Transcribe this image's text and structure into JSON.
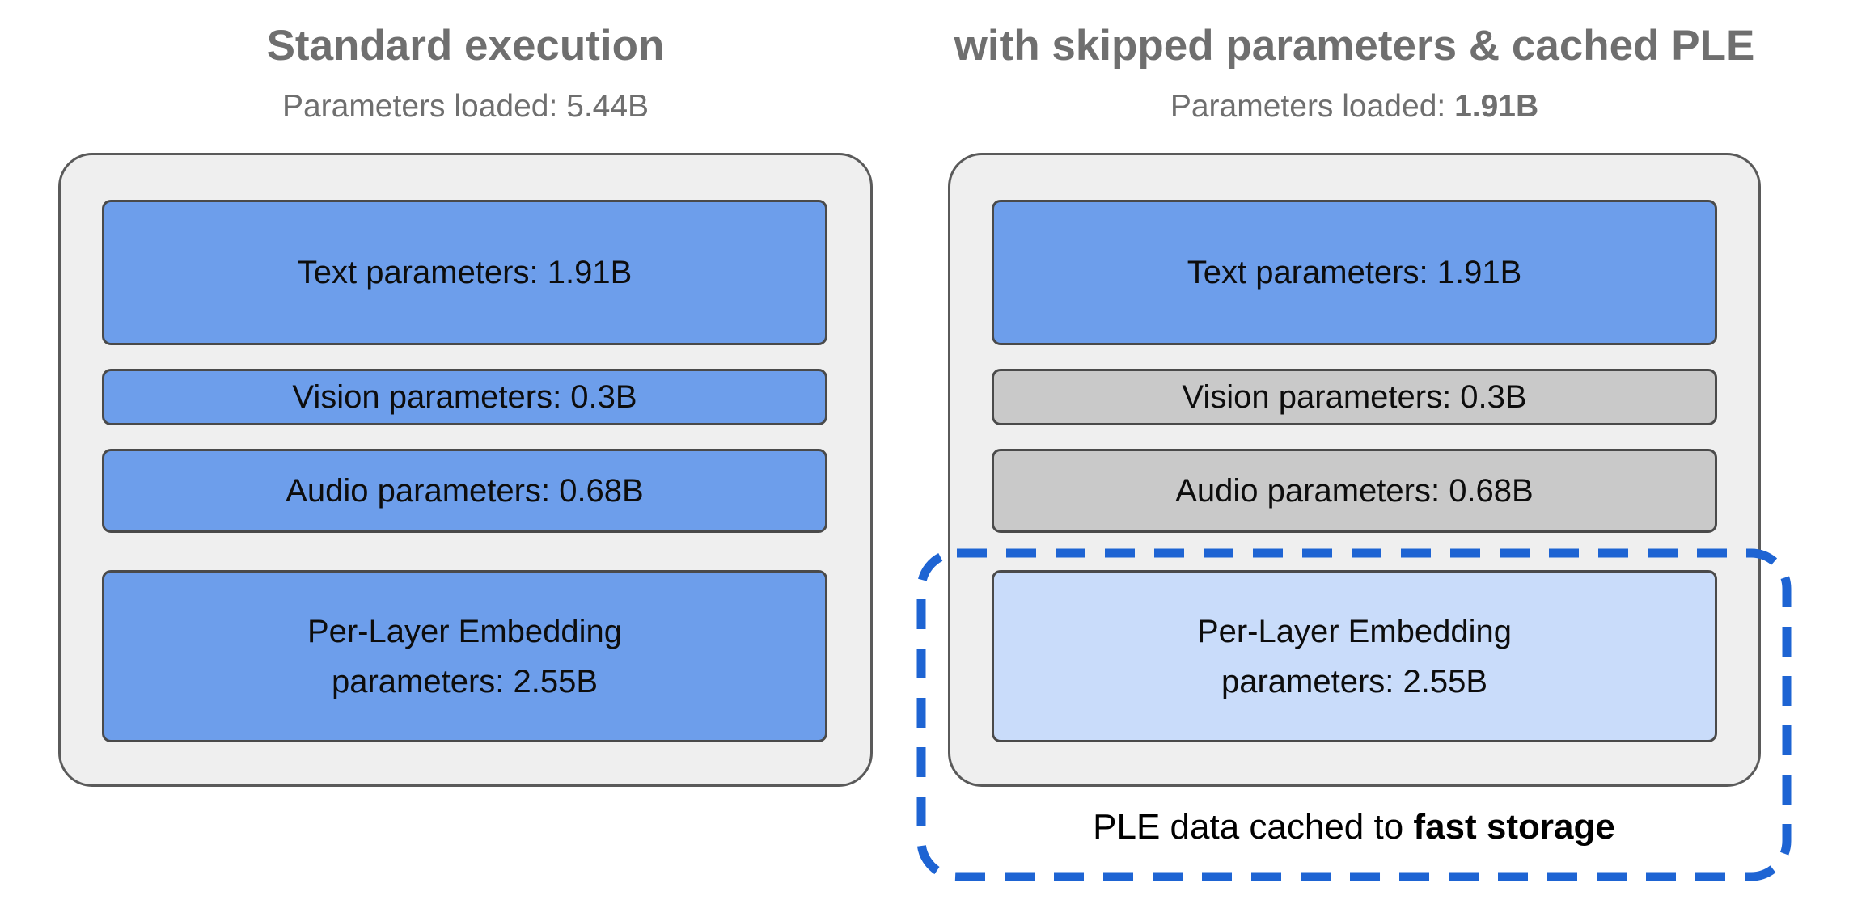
{
  "colors": {
    "loaded_blue": "#6d9eeb",
    "skipped_gray": "#c9c9c9",
    "cached_light_blue": "#c9dcfa",
    "panel_gray": "#efefef",
    "panel_border_gray": "#5a5a5a",
    "heading_gray": "#6f6f6f",
    "dashed_outline_blue": "#1e64d3"
  },
  "left_panel": {
    "title": "Standard execution",
    "subtitle_label": "Parameters loaded: ",
    "subtitle_value": "5.44B",
    "modules": [
      {
        "state": "loaded",
        "lines": [
          "Text parameters: 1.91B"
        ]
      },
      {
        "state": "loaded",
        "lines": [
          "Vision parameters: 0.3B"
        ]
      },
      {
        "state": "loaded",
        "lines": [
          "Audio parameters: 0.68B"
        ]
      },
      {
        "state": "loaded",
        "lines": [
          "Per-Layer Embedding",
          "parameters: 2.55B"
        ]
      }
    ]
  },
  "right_panel": {
    "title": "with skipped parameters & cached PLE",
    "subtitle_label": "Parameters loaded: ",
    "subtitle_value": "1.91B",
    "modules": [
      {
        "state": "loaded",
        "lines": [
          "Text parameters: 1.91B"
        ]
      },
      {
        "state": "skipped",
        "lines": [
          "Vision parameters: 0.3B"
        ]
      },
      {
        "state": "skipped",
        "lines": [
          "Audio parameters: 0.68B"
        ]
      },
      {
        "state": "cached",
        "lines": [
          "Per-Layer Embedding",
          "parameters: 2.55B"
        ]
      }
    ],
    "caption_prefix": "PLE data cached to ",
    "caption_bold": "fast storage"
  }
}
